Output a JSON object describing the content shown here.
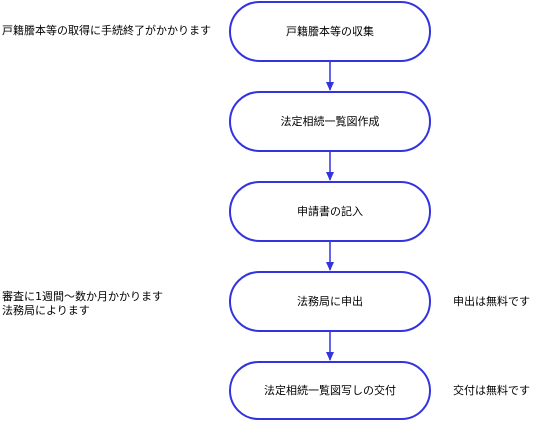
{
  "colors": {
    "stroke": "#3333e0",
    "node_fill": "#ffffff",
    "text": "#000000"
  },
  "nodes": [
    {
      "id": "step-1",
      "label": "戸籍謄本等の収集"
    },
    {
      "id": "step-2",
      "label": "法定相続一覧図作成"
    },
    {
      "id": "step-3",
      "label": "申請書の記入"
    },
    {
      "id": "step-4",
      "label": "法務局に申出"
    },
    {
      "id": "step-5",
      "label": "法定相続一覧図写しの交付"
    }
  ],
  "notes": {
    "collection_time": "戸籍謄本等の取得に手続終了がかかります",
    "review_line1": "審査に1週間〜数か月かかります",
    "review_line2": "法務局によります",
    "application_fee": "申出は無料です",
    "issuance_fee": "交付は無料です"
  }
}
